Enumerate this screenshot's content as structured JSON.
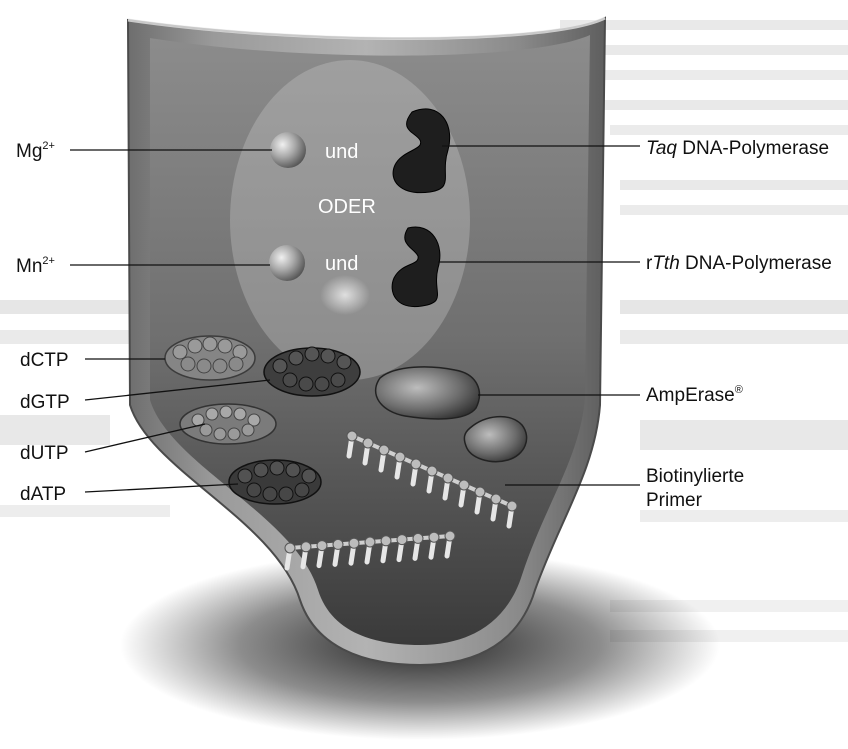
{
  "labels": {
    "mg": {
      "base": "Mg",
      "sup": "2+"
    },
    "mn": {
      "base": "Mn",
      "sup": "2+"
    },
    "taq": {
      "italic": "Taq",
      "rest": " DNA-Polymerase"
    },
    "rtth": {
      "prefix": "r",
      "italic": "Tth",
      "rest": " DNA-Polymerase"
    },
    "und_1": "und",
    "und_2": "und",
    "oder": "ODER",
    "dctp": "dCTP",
    "dgtp": "dGTP",
    "dutp": "dUTP",
    "datp": "dATP",
    "amperase": {
      "base": "AmpErase",
      "sup": "®"
    },
    "primer_line1": "Biotinylierte",
    "primer_line2": "Primer"
  }
}
